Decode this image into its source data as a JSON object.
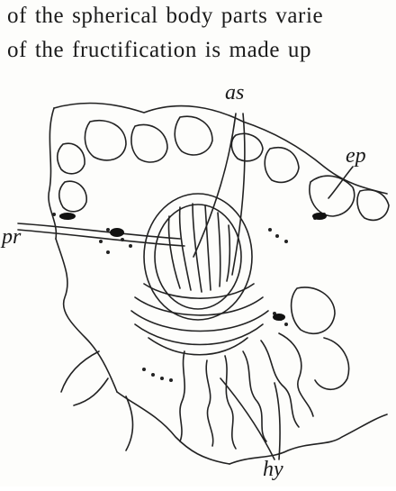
{
  "text": {
    "line1": "of the spherical body parts varie",
    "line2": "of the fructification is made up"
  },
  "figure": {
    "labels": {
      "as": "as",
      "ep": "ep",
      "pr": "pr",
      "hy": "hy"
    }
  }
}
